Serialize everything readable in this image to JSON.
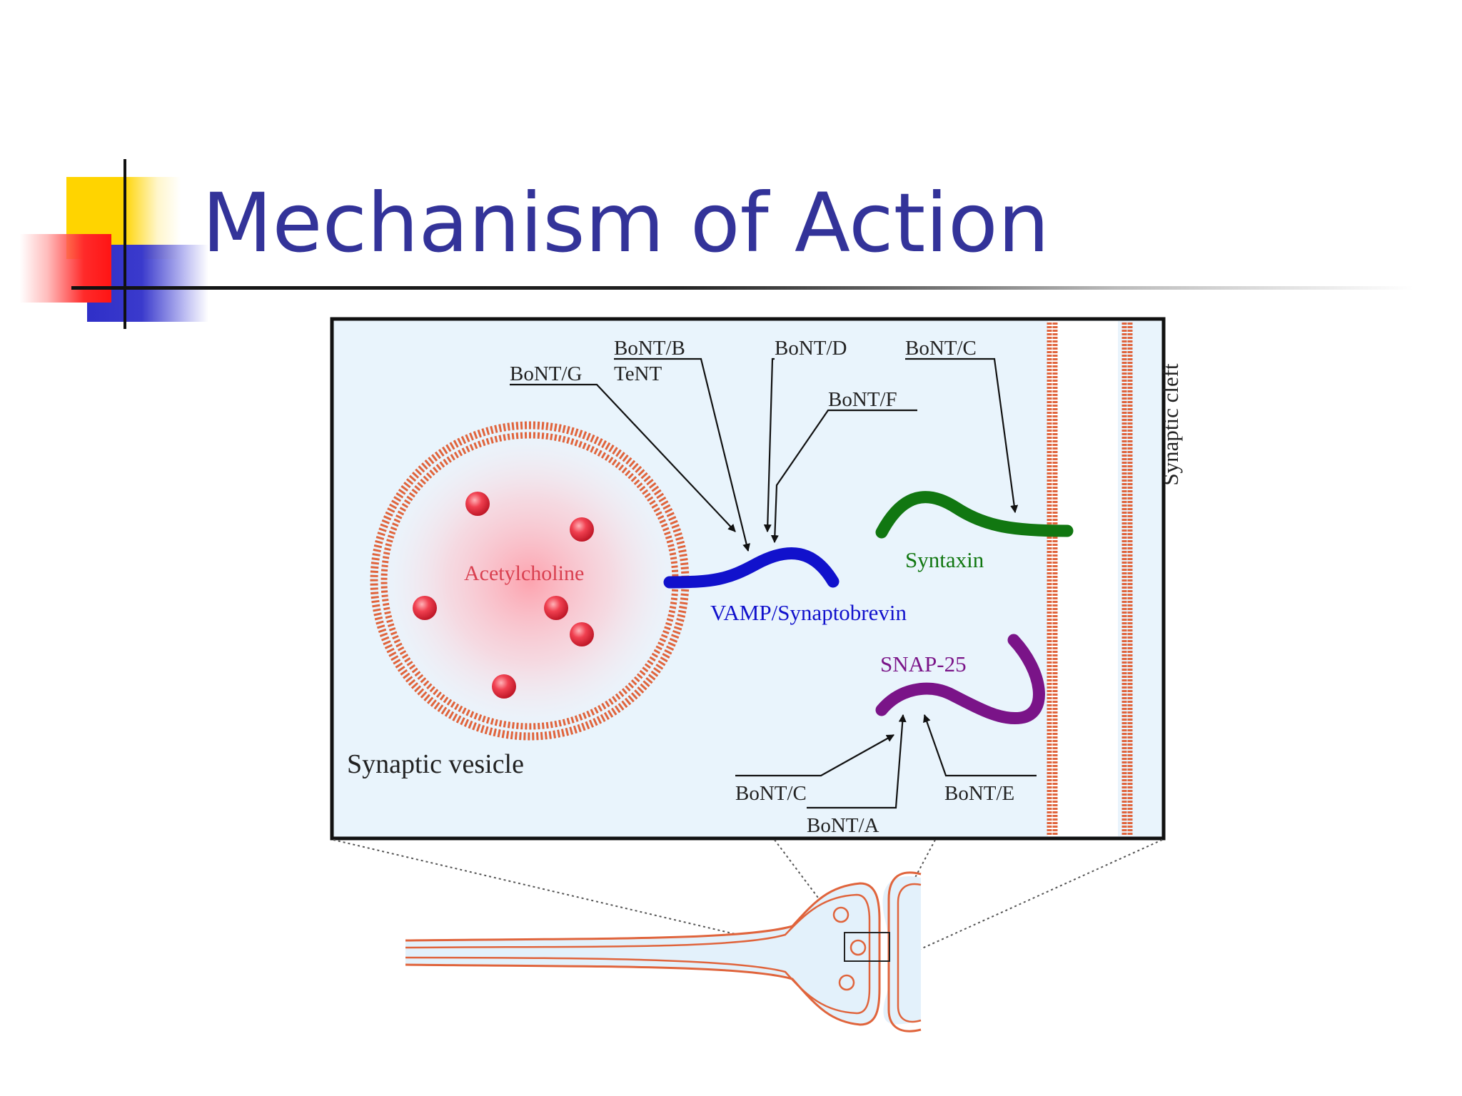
{
  "slide": {
    "title": "Mechanism of Action"
  },
  "diagram": {
    "labels": {
      "bont_g": "BoNT/G",
      "bont_b": "BoNT/B",
      "tent": "TeNT",
      "bont_d": "BoNT/D",
      "bont_f": "BoNT/F",
      "bont_c_top": "BoNT/C",
      "synaptic_cleft": "Synaptic cleft",
      "acetylcholine": "Acetylcholine",
      "vamp": "VAMP/Synaptobrevin",
      "syntaxin": "Syntaxin",
      "snap25": "SNAP-25",
      "synaptic_vesicle": "Synaptic vesicle",
      "bont_c_bottom": "BoNT/C",
      "bont_a": "BoNT/A",
      "bont_e": "BoNT/E"
    },
    "colors": {
      "panel_bg": "#e9f4fc",
      "membrane": "#e0643c",
      "acetylcholine": "#d94050",
      "vamp": "#1111cc",
      "syntaxin": "#117711",
      "snap25": "#7a1488",
      "title": "#333399"
    }
  }
}
